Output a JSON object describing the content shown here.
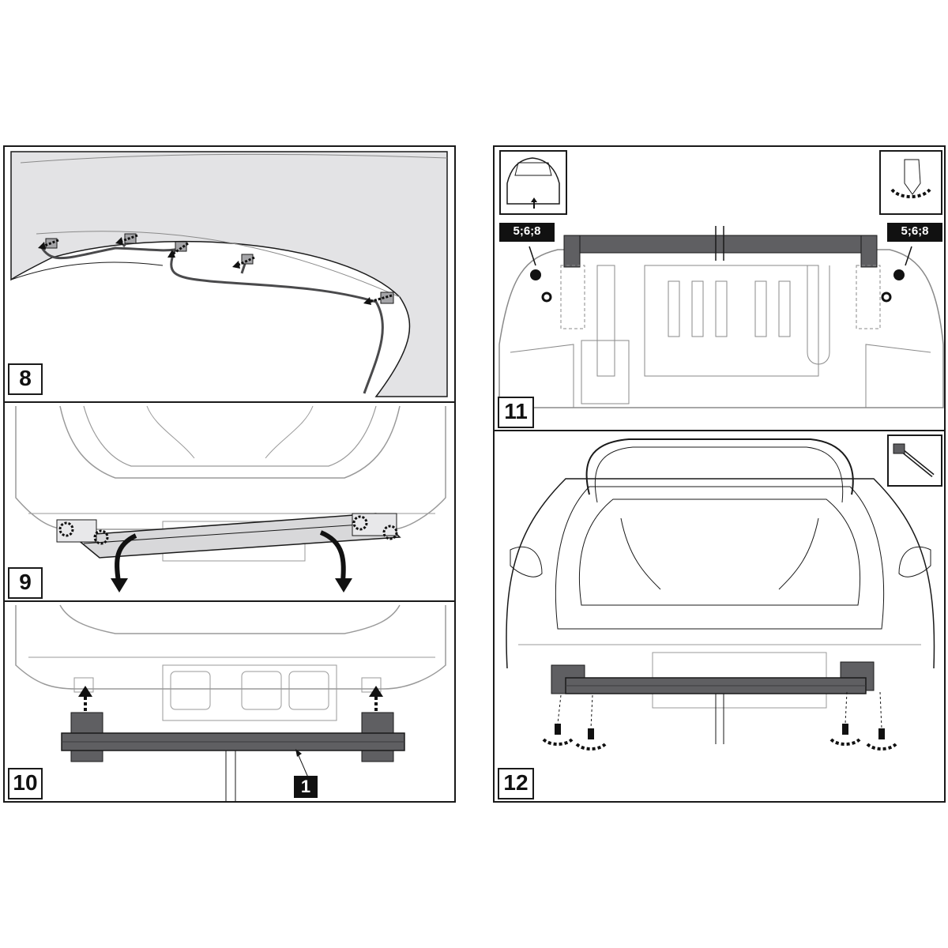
{
  "steps": [
    {
      "id": "step-8",
      "number": "8"
    },
    {
      "id": "step-9",
      "number": "9"
    },
    {
      "id": "step-10",
      "number": "10"
    },
    {
      "id": "step-11",
      "number": "11"
    },
    {
      "id": "step-12",
      "number": "12"
    }
  ],
  "step11": {
    "hardware_tag_left": "5;6;8",
    "hardware_tag_right": "5;6;8"
  },
  "step10": {
    "part_number": "1"
  },
  "colors": {
    "line": "#1a1a1a",
    "car_fill": "#e3e3e5",
    "beam": "#5f5f62",
    "beam_light": "#d8d8da"
  }
}
